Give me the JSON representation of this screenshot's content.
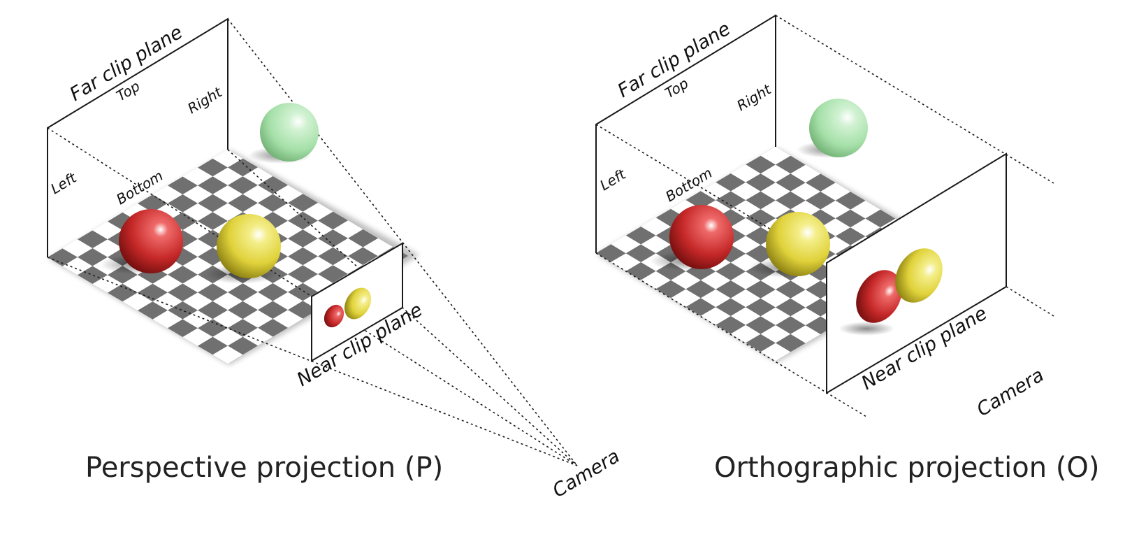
{
  "perspective": {
    "caption": "Perspective projection (P)",
    "labels": {
      "far": "Far clip plane",
      "top": "Top",
      "right": "Right",
      "left": "Left",
      "bottom": "Bottom",
      "near": "Near clip plane",
      "camera": "Camera"
    }
  },
  "orthographic": {
    "caption": "Orthographic projection (O)",
    "labels": {
      "far": "Far clip plane",
      "top": "Top",
      "right": "Right",
      "left": "Left",
      "bottom": "Bottom",
      "near": "Near clip plane",
      "camera": "Camera"
    }
  },
  "colors": {
    "red": "#c62828",
    "yellow": "#e3d63b",
    "green": "#a5e0a8",
    "checker_dark": "#707070",
    "checker_light": "#ffffff"
  }
}
